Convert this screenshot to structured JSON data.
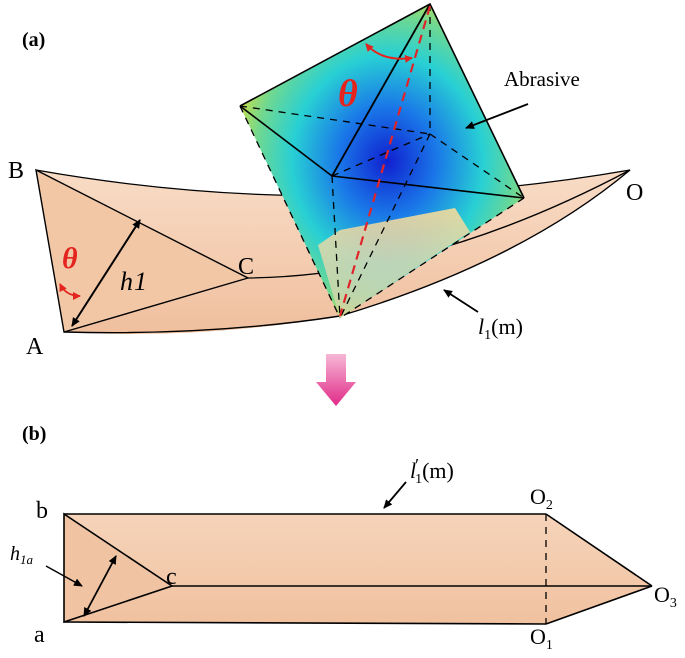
{
  "panel_a": {
    "label": "(a)",
    "points": {
      "A": "A",
      "B": "B",
      "C": "C",
      "O": "O"
    },
    "angle_symbol": "θ",
    "height_label": {
      "base": "h",
      "sub": "1"
    },
    "abrasive_label": "Abrasive",
    "curve_label": {
      "base": "l",
      "sub": "1",
      "arg": "(m)"
    }
  },
  "panel_b": {
    "label": "(b)",
    "points": {
      "a": "a",
      "b": "b",
      "c": "c"
    },
    "O1": {
      "base": "O",
      "sub": "1"
    },
    "O2": {
      "base": "O",
      "sub": "2"
    },
    "O3": {
      "base": "O",
      "sub": "3"
    },
    "height_label": {
      "base": "h",
      "sub": "1a"
    },
    "curve_label": {
      "base": "l",
      "prime": "′",
      "sub": "1",
      "arg": "(m)"
    }
  },
  "colors": {
    "body_fill": "#f4cdb0",
    "arrow_pink": "#e8348a",
    "theta_red": "#e4241e",
    "dashed_axis_red": "#e0242a",
    "cube_center": "#1424d8",
    "cube_mid": "#22c8d8",
    "cube_edge": "#e8e030"
  }
}
